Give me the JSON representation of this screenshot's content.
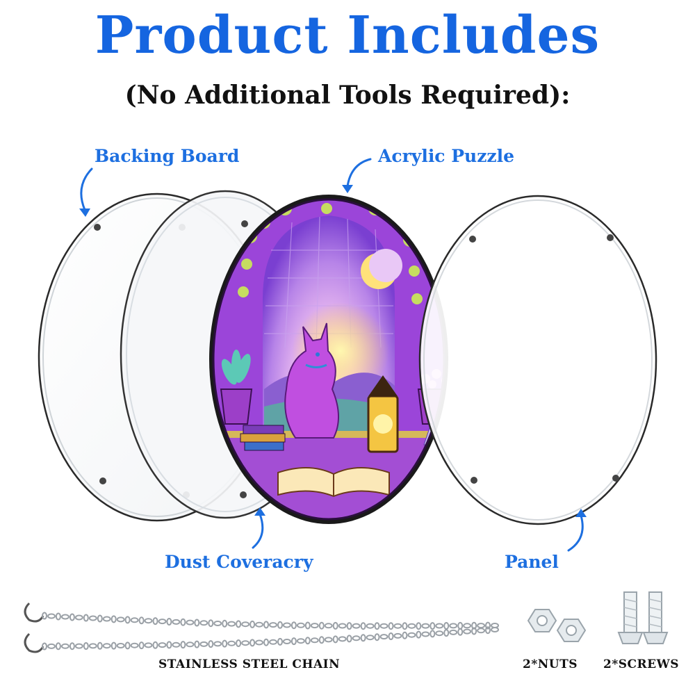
{
  "header": {
    "title": "Product Includes",
    "subtitle": "(No Additional Tools Required):"
  },
  "components": [
    {
      "label": "Backing Board"
    },
    {
      "label": "Acrylic Puzzle"
    },
    {
      "label": "Dust Coveracry"
    },
    {
      "label": "Panel"
    }
  ],
  "accessories": [
    {
      "label": "STAINLESS STEEL CHAIN"
    },
    {
      "label": "2*NUTS"
    },
    {
      "label": "2*SCREWS"
    }
  ],
  "colors": {
    "label_blue": "#1d6fe0",
    "title_blue": "#1565e0",
    "puzzle_purple": "#b23fd6",
    "puzzle_gold": "#f4c542",
    "frame_black": "#1a1a1a"
  }
}
